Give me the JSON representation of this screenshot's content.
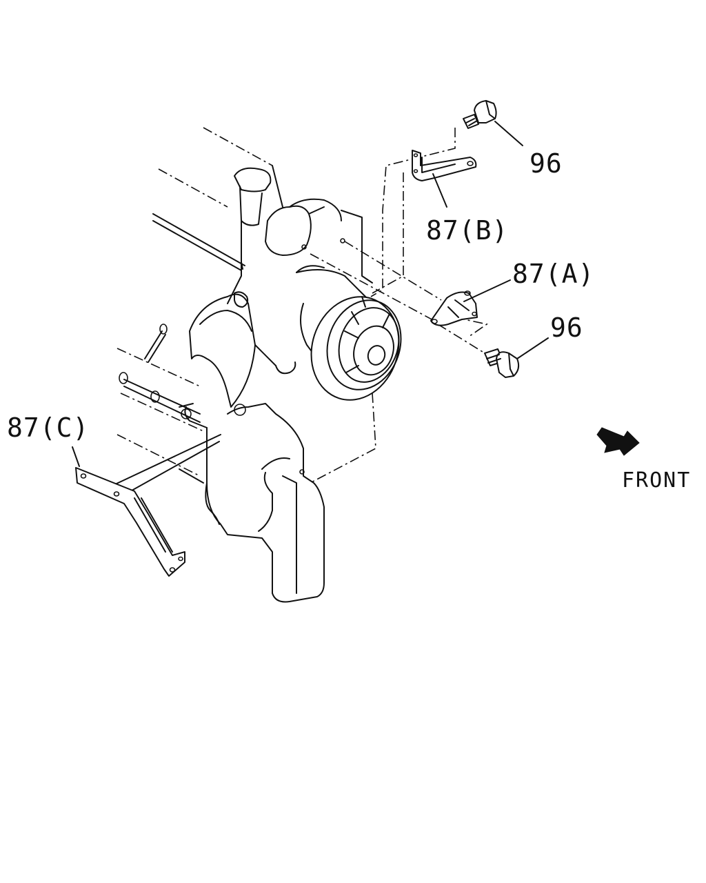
{
  "labels": {
    "part_96_top": "96",
    "part_87b": "87(B)",
    "part_87a": "87(A)",
    "part_96_mid": "96",
    "part_87c": "87(C)",
    "front": "FRONT"
  },
  "colors": {
    "line": "#111111",
    "background": "#ffffff"
  }
}
